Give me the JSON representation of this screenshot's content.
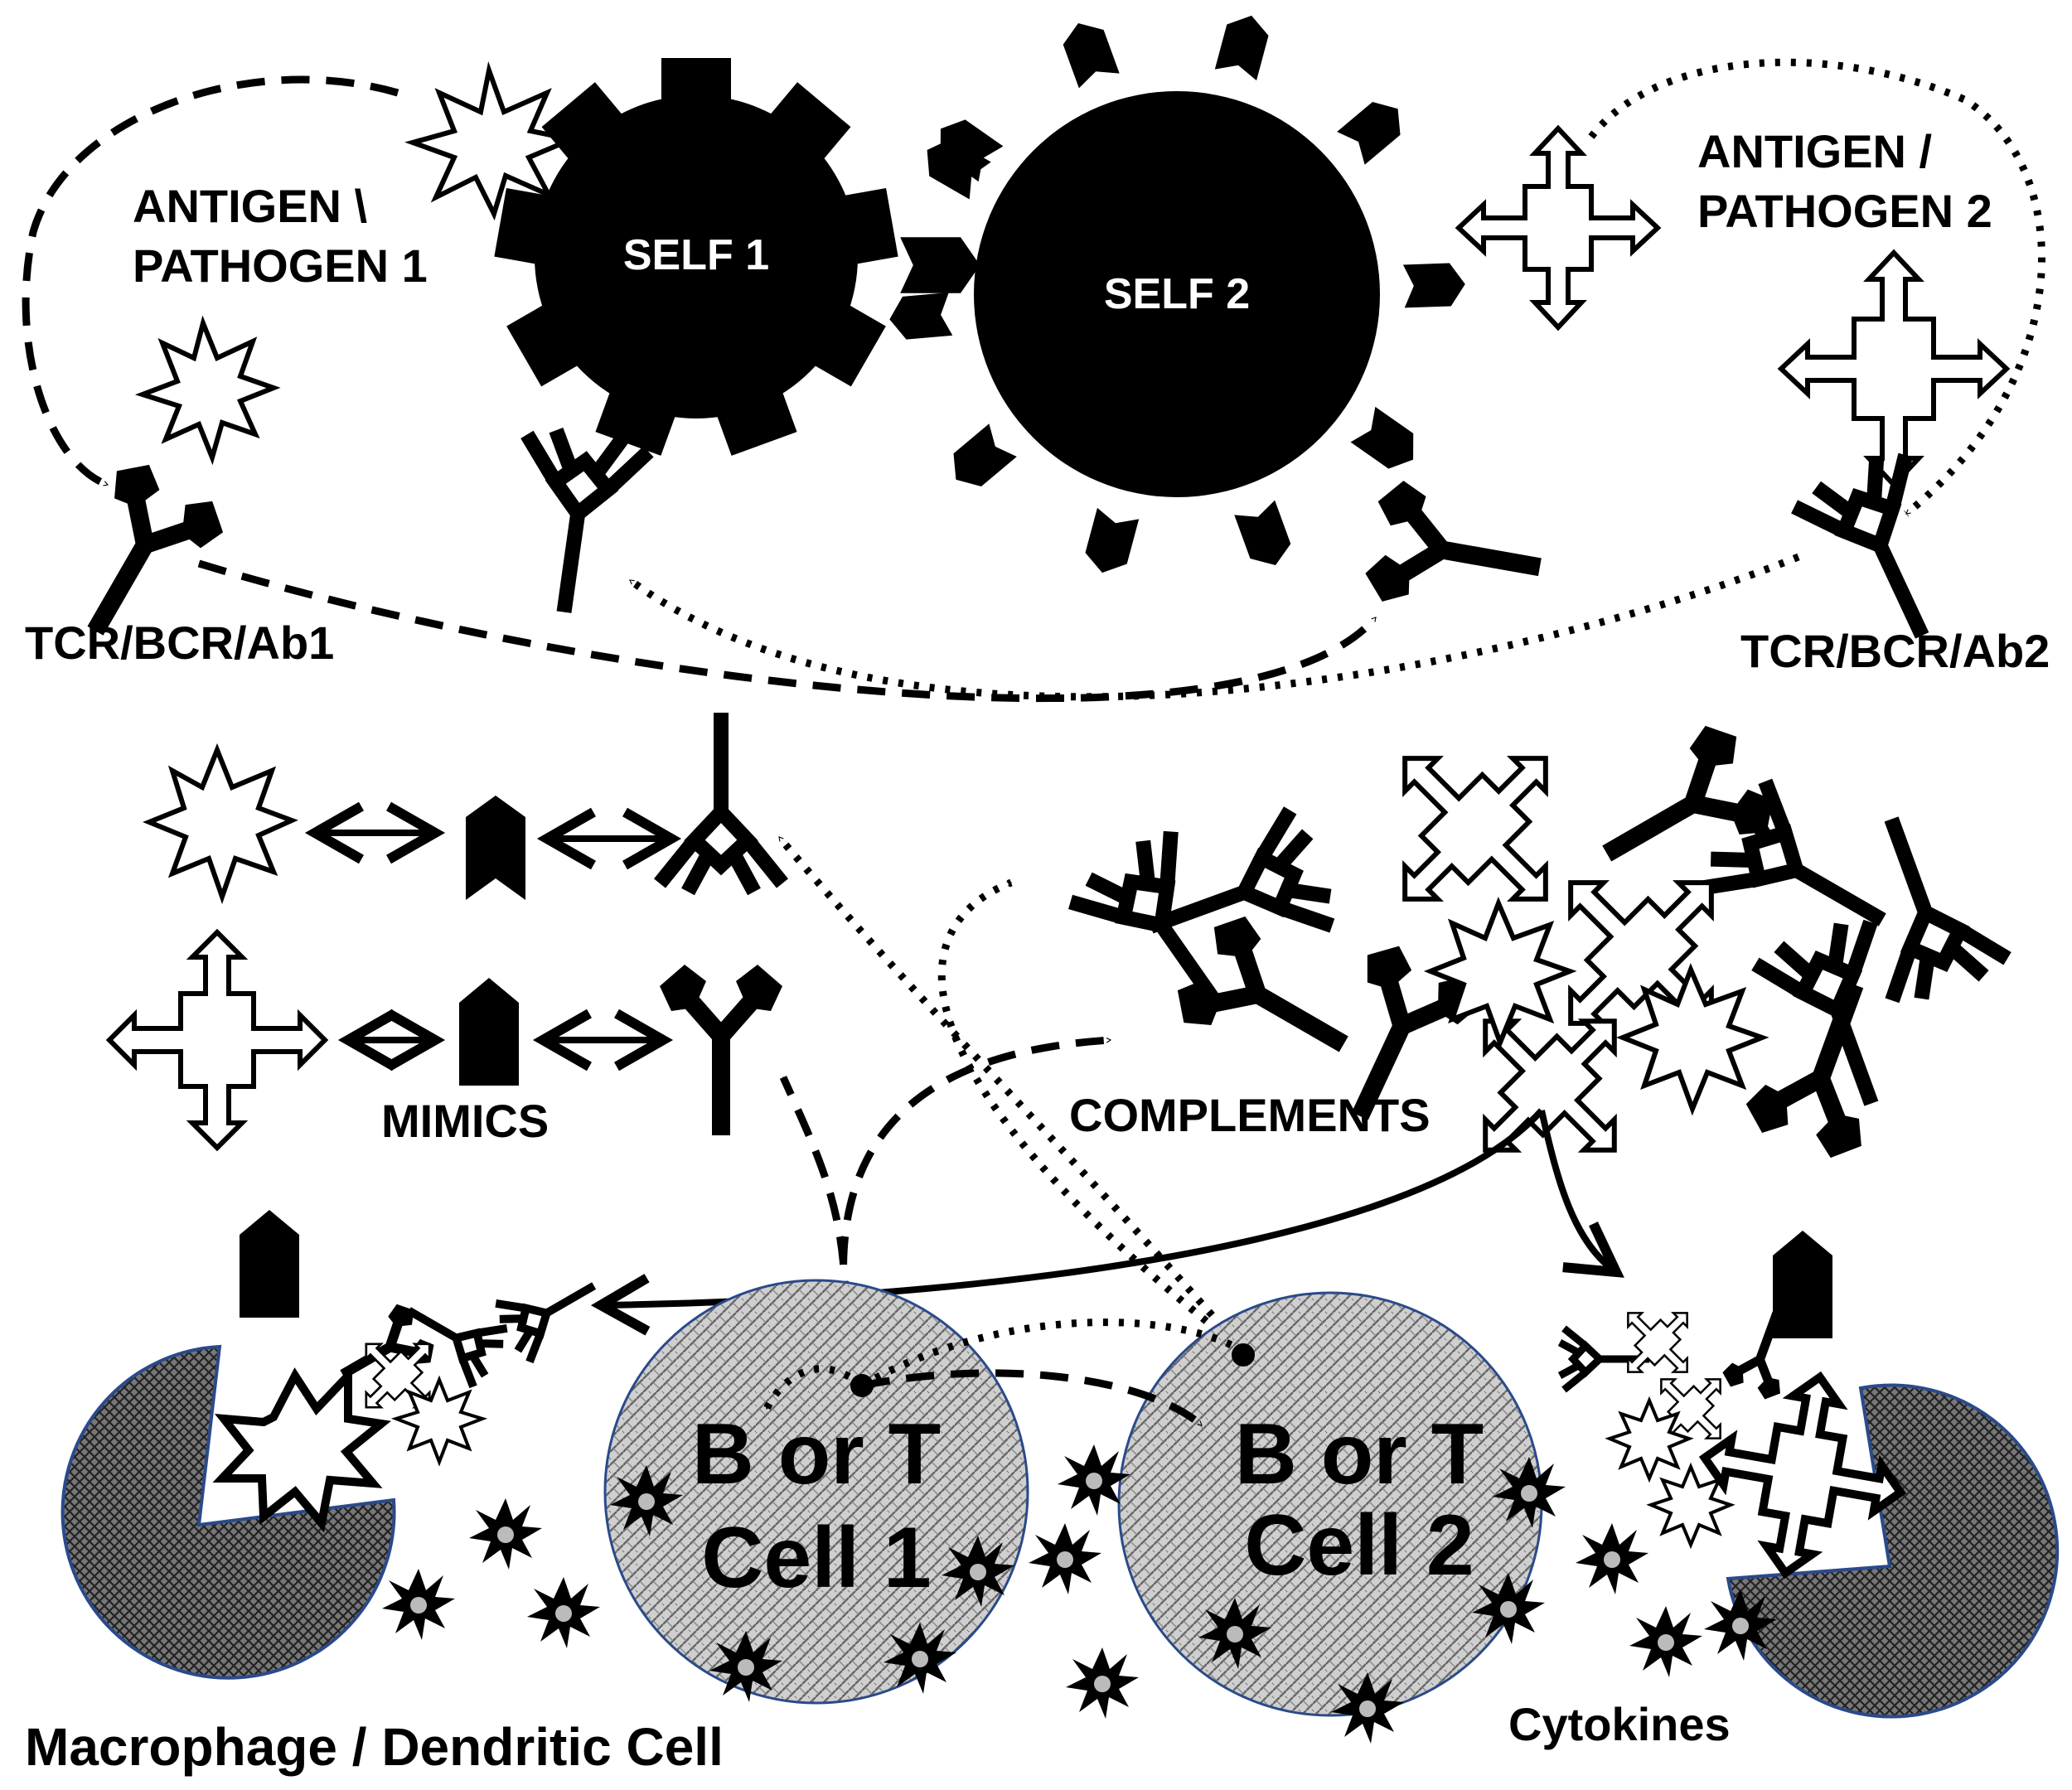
{
  "labels": {
    "antigen1_line1": "ANTIGEN \\",
    "antigen1_line2": "PATHOGEN 1",
    "antigen2_line1": "ANTIGEN /",
    "antigen2_line2": "PATHOGEN 2",
    "self1": "SELF 1",
    "self2": "SELF 2",
    "receptor1": "TCR/BCR/Ab1",
    "receptor2": "TCR/BCR/Ab2",
    "mimics": "MIMICS",
    "complements": "COMPLEMENTS",
    "cell1_line1": "B or T",
    "cell1_line2": "Cell 1",
    "cell2_line1": "B or T",
    "cell2_line2": "Cell 2",
    "macrophage": "Macrophage / Dendritic Cell",
    "cytokines": "Cytokines"
  },
  "colors": {
    "ink": "#000000",
    "paper": "#ffffff",
    "cell_fill": "#c8c8c8",
    "macrophage_fill": "#555555",
    "outline_blue": "#2a4a8a"
  },
  "icons": [
    "starburst-antigen-icon",
    "cross-arrow-antigen-icon",
    "chevron-epitope-icon",
    "antibody-y-icon",
    "cytokine-burst-icon"
  ]
}
